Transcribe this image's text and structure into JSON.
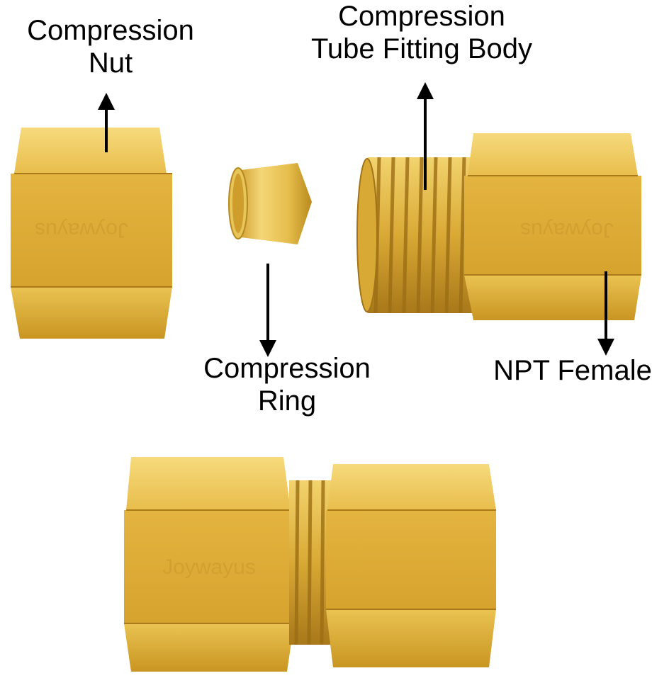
{
  "labels": {
    "nut_line1": "Compression",
    "nut_line2": "Nut",
    "body_line1": "Compression",
    "body_line2": "Tube Fitting Body",
    "ring_line1": "Compression",
    "ring_line2": "Ring",
    "npt": "NPT Female"
  },
  "watermark": "Joywayus",
  "colors": {
    "brass_light": "#f3d472",
    "brass_mid": "#e0b03a",
    "brass_dark": "#b8861c",
    "brass_deep": "#8a6210"
  }
}
